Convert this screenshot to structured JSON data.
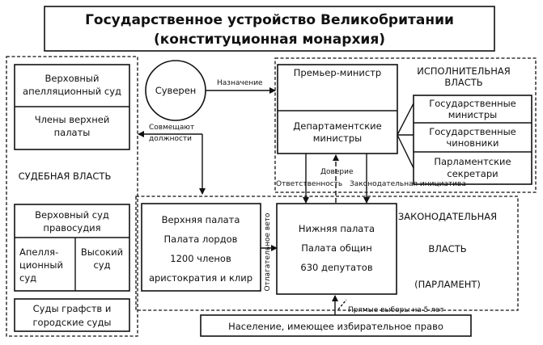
{
  "title": {
    "line1": "Государственное устройство Великобритании",
    "line2": "(конституционная монархия)"
  },
  "judicial": {
    "label": "СУДЕБНАЯ ВЛАСТЬ",
    "supreme_appeal": {
      "line1": "Верховный",
      "line2": "апелляционный суд"
    },
    "upper_members": {
      "line1": "Члены верхней",
      "line2": "палаты"
    },
    "supreme_court": {
      "line1": "Верховный суд",
      "line2": "правосудия"
    },
    "appeal_court": {
      "line1": "Апелля-",
      "line2": "ционный",
      "line3": "суд"
    },
    "high_court": {
      "line1": "Высокий",
      "line2": "суд"
    },
    "county_courts": {
      "line1": "Суды графств и",
      "line2": "городские суды"
    }
  },
  "sovereign": {
    "label": "Суверен",
    "appointment": "Назначение"
  },
  "combine": {
    "line1": "Совмещают",
    "line2": "должности"
  },
  "executive": {
    "label_line1": "ИСПОЛНИТЕЛЬНАЯ",
    "label_line2": "ВЛАСТЬ",
    "prime_minister": "Премьер-министр",
    "dept_ministers": {
      "line1": "Департаментские",
      "line2": "министры"
    },
    "state_ministers": {
      "line1": "Государственные",
      "line2": "министры"
    },
    "civil_servants": {
      "line1": "Государственные",
      "line2": "чиновники"
    },
    "secretaries": {
      "line1": "Парламентские",
      "line2": "секретари"
    }
  },
  "relations": {
    "responsibility": "Ответственность",
    "trust": "Доверие",
    "initiative": "Законодательная инициатива",
    "veto": "Отлагательное вето",
    "elections": "Прямые выборы на 5 лет"
  },
  "legislative": {
    "label_line1": "ЗАКОНОДАТЕЛЬНАЯ",
    "label_line2": "ВЛАСТЬ",
    "label_line3": "(ПАРЛАМЕНТ)",
    "upper": {
      "line1": "Верхняя палата",
      "line2": "Палата лордов",
      "line3": "1200 членов",
      "line4": "аристократия и клир"
    },
    "lower": {
      "line1": "Нижняя палата",
      "line2": "Палата общин",
      "line3": "630 депутатов"
    }
  },
  "population": "Население, имеющее избирательное право"
}
